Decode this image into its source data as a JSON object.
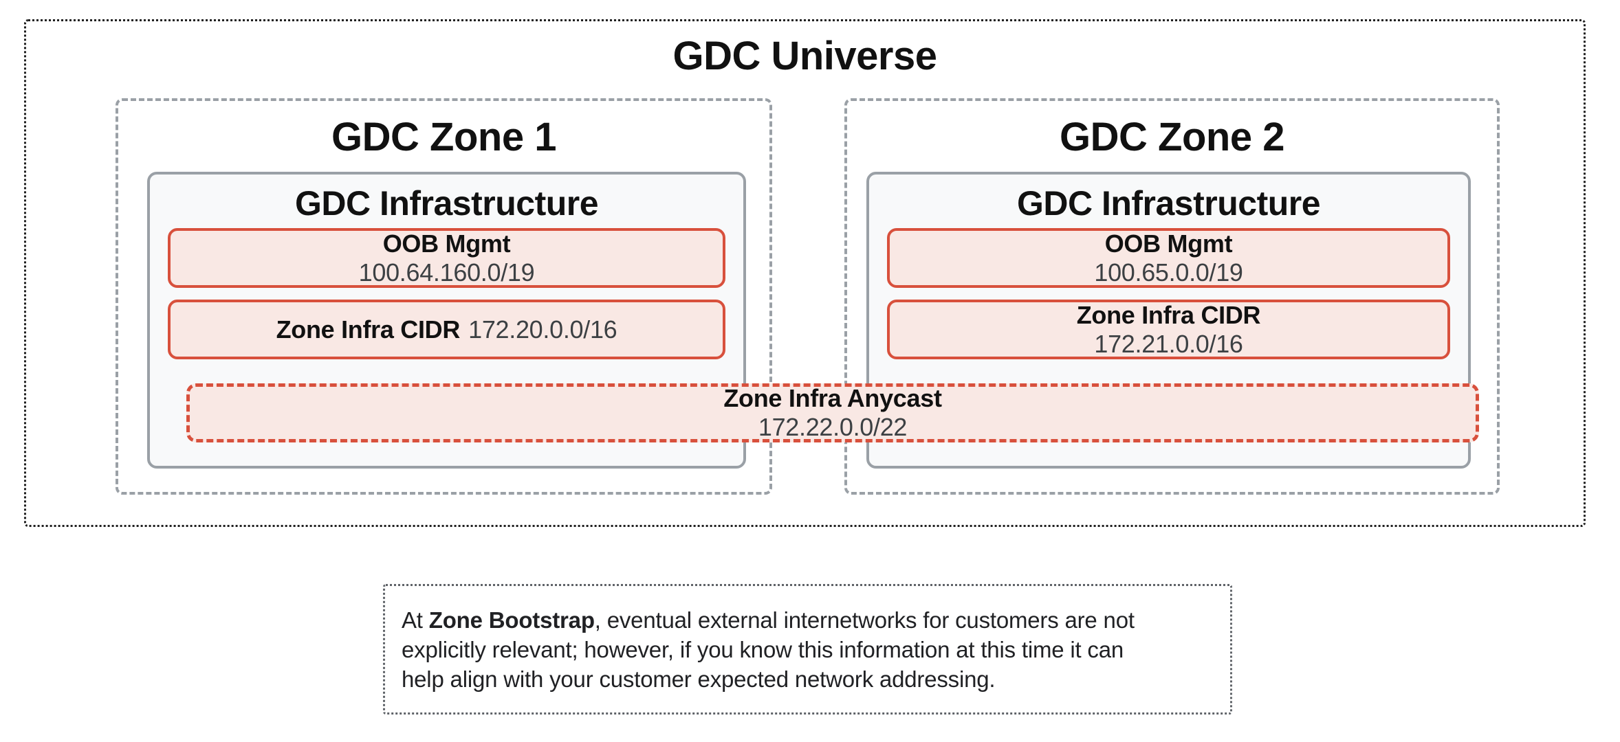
{
  "universe": {
    "title": "GDC Universe",
    "zones": [
      {
        "title": "GDC Zone 1",
        "infrastructure": {
          "title": "GDC Infrastructure",
          "oob": {
            "label": "OOB Mgmt",
            "cidr": "100.64.160.0/19"
          },
          "zone_infra_cidr": {
            "label": "Zone Infra CIDR",
            "cidr": "172.20.0.0/16"
          }
        }
      },
      {
        "title": "GDC Zone 2",
        "infrastructure": {
          "title": "GDC Infrastructure",
          "oob": {
            "label": "OOB Mgmt",
            "cidr": "100.65.0.0/19"
          },
          "zone_infra_cidr": {
            "label": "Zone Infra CIDR",
            "cidr": "172.21.0.0/16"
          }
        }
      }
    ],
    "anycast": {
      "label": "Zone Infra Anycast",
      "cidr": "172.22.0.0/22"
    }
  },
  "note": {
    "line1_prefix": "At ",
    "line1_bold": "Zone Bootstrap",
    "line1_rest": ", eventual external internetworks for customers are not",
    "line2": "explicitly relevant; however, if you know this information at this time it can",
    "line3": "help align with your customer expected network addressing."
  },
  "colors": {
    "universe_border": "#1f1f1f",
    "zone_border": "#9aa0a6",
    "infra_border": "#9aa0a6",
    "infra_fill": "#f8f9fa",
    "net_border": "#d8503c",
    "net_fill": "#f9e8e4",
    "label_text": "#111111",
    "value_text": "#3c4043",
    "note_border": "#5f6368",
    "note_text": "#202124"
  }
}
